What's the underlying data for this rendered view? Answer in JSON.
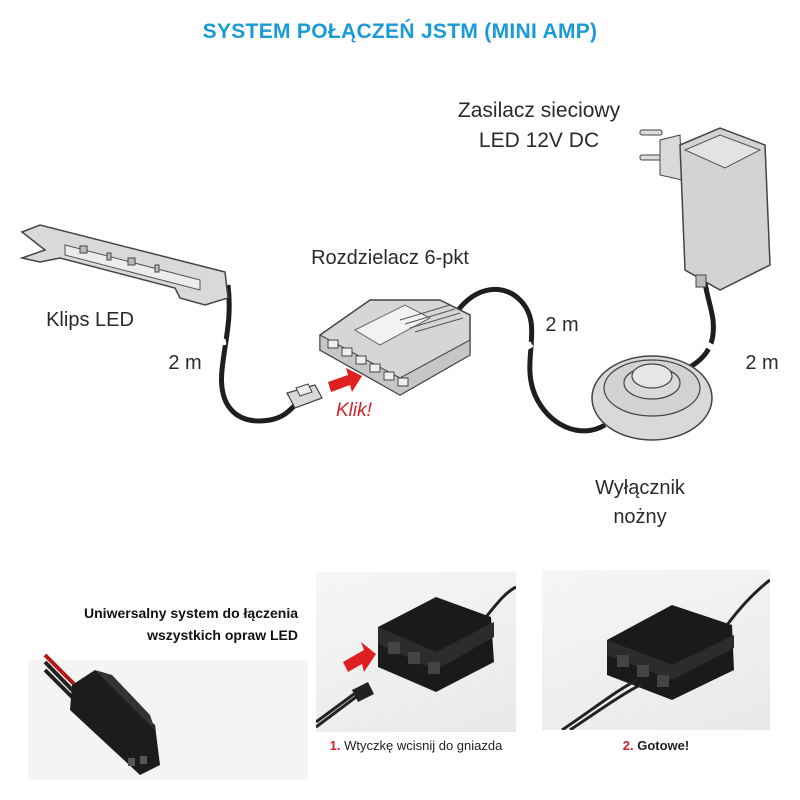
{
  "title": "SYSTEM POŁĄCZEŃ JSTM (MINI AMP)",
  "diagram": {
    "components": {
      "led_clip": "Klips LED",
      "splitter": "Rozdzielacz 6-pkt",
      "power_supply_line1": "Zasilacz sieciowy",
      "power_supply_line2": "LED 12V DC",
      "foot_switch_line1": "Wyłącznik",
      "foot_switch_line2": "nożny"
    },
    "cable_lengths": {
      "clip_to_splitter": "2 m",
      "splitter_to_switch": "2 m",
      "switch_to_supply": "2 m"
    },
    "click_label": "Klik!"
  },
  "bottom": {
    "universal_line1": "Uniwersalny system do łączenia",
    "universal_line2": "wszystkich opraw LED",
    "step1_number": "1.",
    "step1_text": "Wtyczkę wcisnij do gniazda",
    "step2_number": "2.",
    "step2_text": "Gotowe!"
  },
  "colors": {
    "title": "#1a9ad6",
    "accent_red": "#d2232a",
    "cable": "#1e1e1e",
    "device_fill": "#d9d9d9"
  }
}
